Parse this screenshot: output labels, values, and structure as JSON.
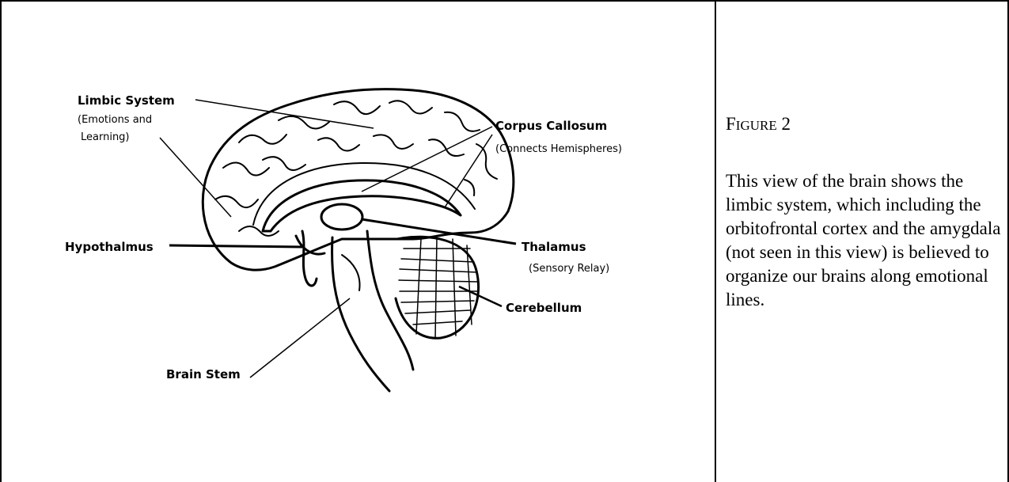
{
  "figure": {
    "labels": {
      "limbic_system": {
        "title": "Limbic System",
        "sub1": "(Emotions and",
        "sub2": "Learning)"
      },
      "corpus_callosum": {
        "title": "Corpus Callosum",
        "sub": "(Connects Hemispheres)"
      },
      "hypothalmus": {
        "title": "Hypothalmus"
      },
      "thalamus": {
        "title": "Thalamus",
        "sub": "(Sensory Relay)"
      },
      "cerebellum": {
        "title": "Cerebellum"
      },
      "brain_stem": {
        "title": "Brain Stem"
      }
    }
  },
  "caption": {
    "title_initial": "F",
    "title_rest": "IGURE",
    "title_number": "2",
    "body": "This view of the brain shows the limbic system, which including the orbitofrontal cortex and the amygdala (not seen in this view) is believed to organize our brains along emotional lines."
  }
}
